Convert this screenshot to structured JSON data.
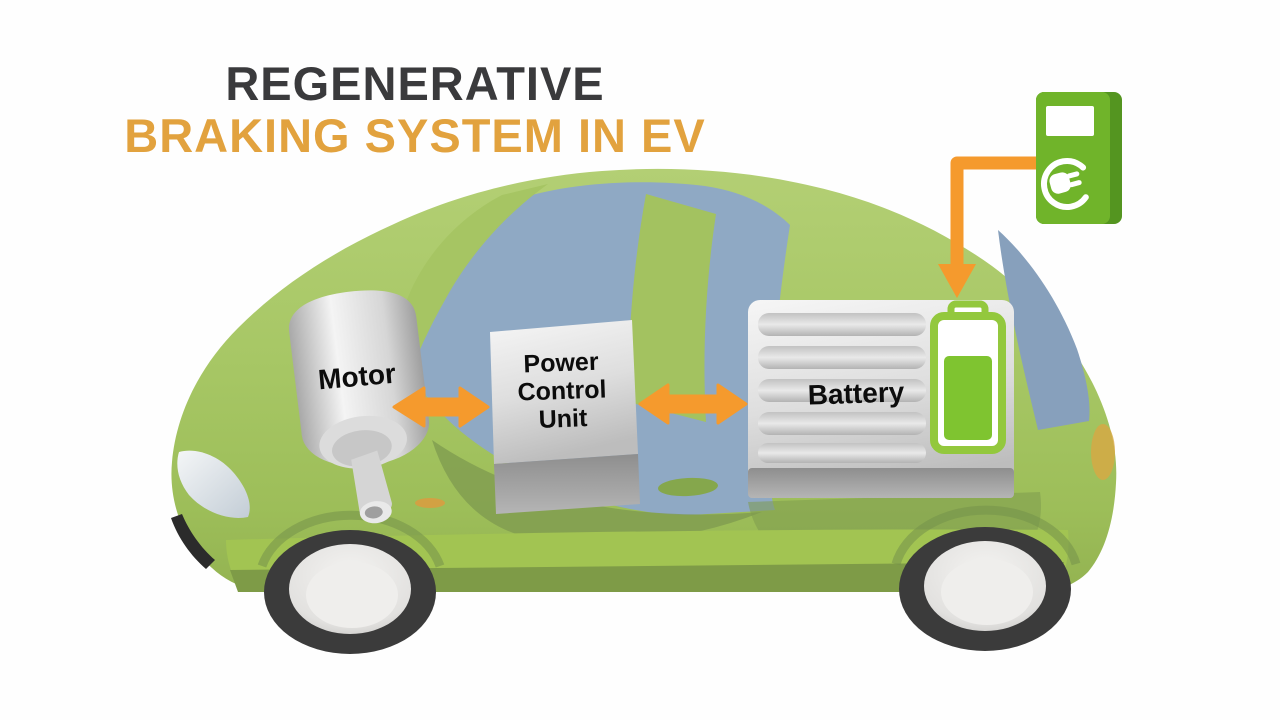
{
  "title": {
    "line1": "REGENERATIVE",
    "line2": "BRAKING SYSTEM IN EV"
  },
  "car": {
    "motor_label": "Motor",
    "pcu_label_lines": [
      "Power",
      "Control",
      "Unit"
    ],
    "battery_label": "Battery"
  },
  "icons": {
    "charging_station": "ev-charging-station",
    "plug": "plug-in-circle",
    "battery_level": "green-battery-gauge",
    "flow_arrows": "double-headed-arrow",
    "cable": "right-angle-arrow-down"
  },
  "colors": {
    "title_primary": "#3a3a3c",
    "title_accent": "#e2a23e",
    "arrow_orange": "#f59a2d",
    "body_green": "#a8c766",
    "rocker_olive": "#7e9b47",
    "window_blue": "#8fa9c4",
    "charger_green": "#70b42a",
    "charger_green_dark": "#549520",
    "battery_green": "#7fc430",
    "tire_dark": "#3b3b3b",
    "silver_light": "#f2f2f2",
    "silver_dark": "#9b9b9b"
  }
}
